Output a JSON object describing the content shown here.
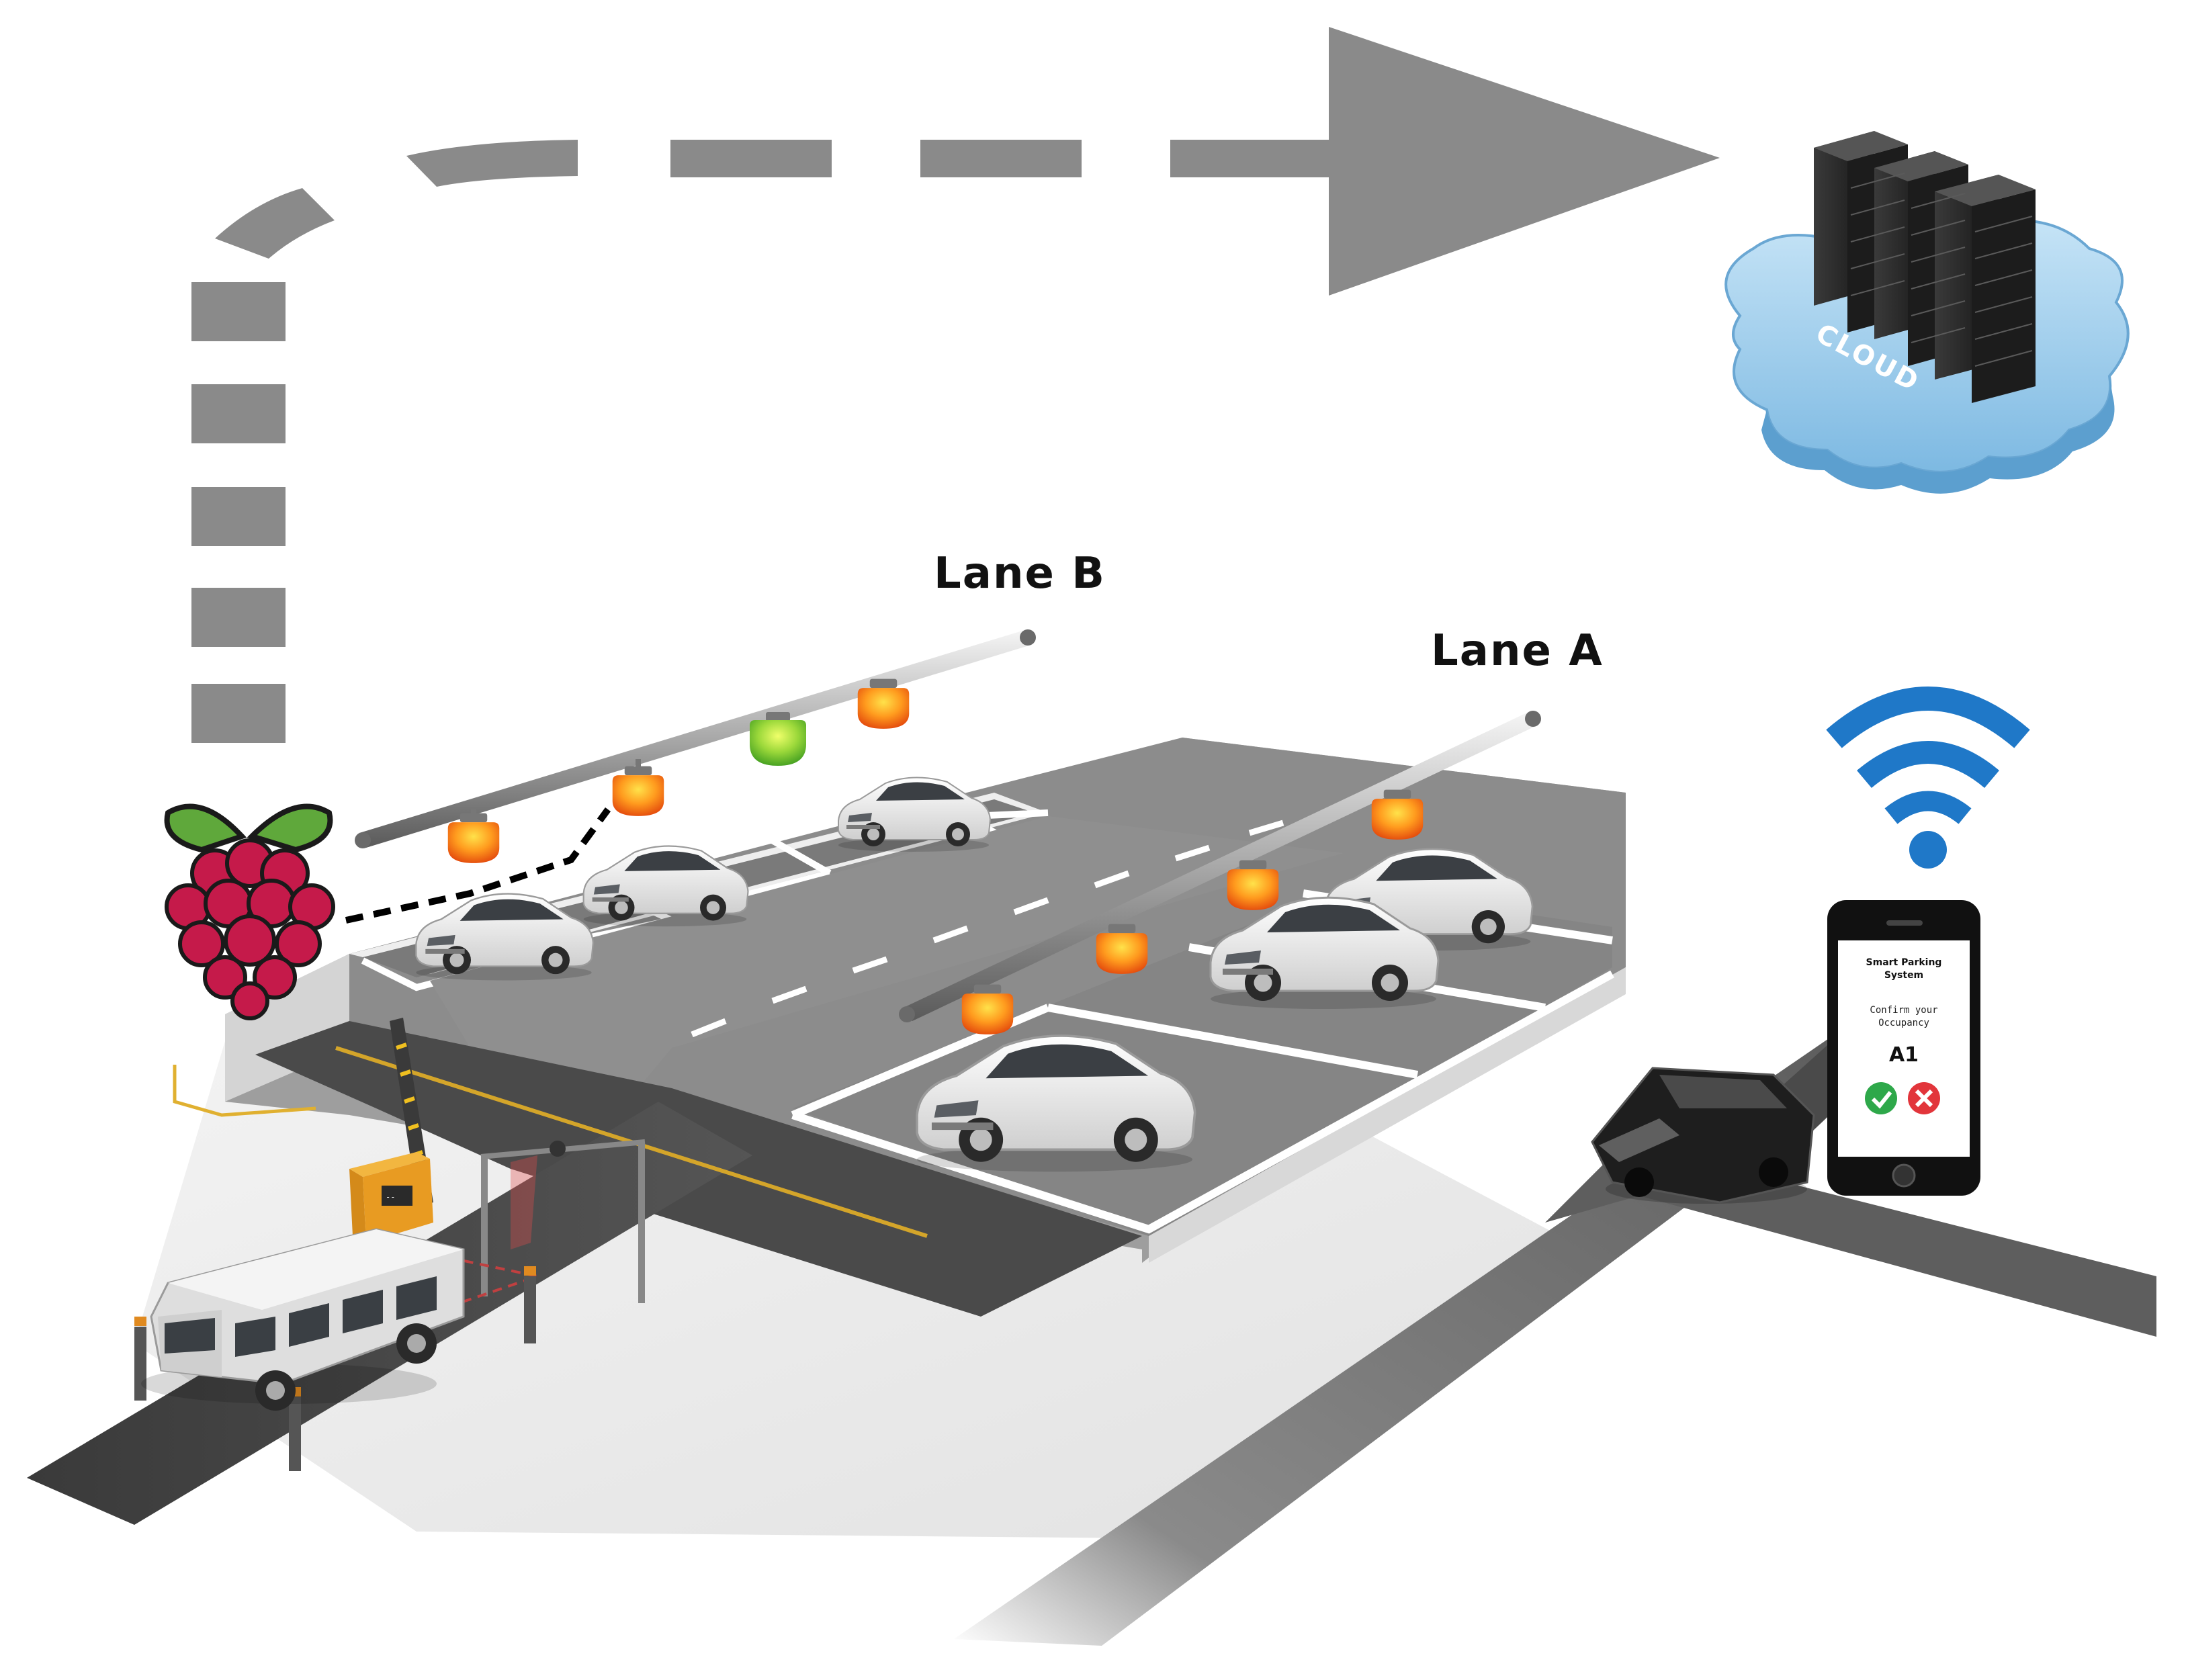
{
  "labels": {
    "lane_b": "Lane  B",
    "lane_a": "Lane  A",
    "cloud": "CLOUD"
  },
  "phone": {
    "title_line1": "Smart Parking",
    "title_line2": "System",
    "prompt_line1": "Confirm your",
    "prompt_line2": "Occupancy",
    "spot_code": "A1",
    "confirm_icon": "check-icon",
    "reject_icon": "cross-icon"
  },
  "icons": {
    "controller": "raspberry-pi-logo",
    "server": "cloud-server-icon",
    "wireless": "wifi-icon"
  },
  "colors": {
    "arrow": "#8a8a8a",
    "led_occupied": "#f47a20",
    "led_free": "#7cc242",
    "cloud": "#a9d3f0",
    "wifi": "#1f78c8",
    "raspberry": "#c51a4a",
    "leaf": "#5fa83b",
    "confirm": "#2ea84a",
    "reject": "#e2353b"
  }
}
